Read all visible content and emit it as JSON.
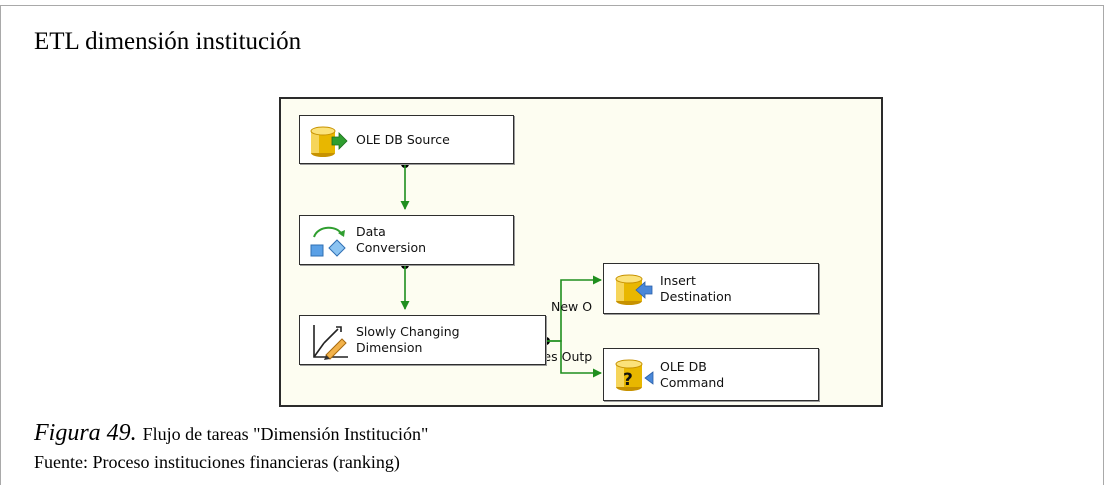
{
  "heading": "ETL dimensión institución",
  "diagram": {
    "tasks": {
      "source": {
        "label": "OLE DB Source",
        "icon": "database-source-icon"
      },
      "conversion": {
        "label": "Data\nConversion",
        "icon": "data-conversion-icon"
      },
      "scd": {
        "label": "Slowly Changing\nDimension",
        "icon": "slowly-changing-dimension-icon"
      },
      "insert": {
        "label": "Insert\nDestination",
        "icon": "database-destination-icon"
      },
      "command": {
        "label": "OLE DB\nCommand",
        "icon": "database-command-icon"
      }
    },
    "paths": {
      "new_output": "New O",
      "updates_output": "pdates Outp"
    },
    "colors": {
      "path": "#1f8f1f",
      "canvas": "#fdfdf1",
      "database": "#e8b700"
    }
  },
  "caption": {
    "figure_label": "Figura 49.",
    "figure_text": "Flujo de tareas \"Dimensión Institución\"",
    "source_text": "Fuente: Proceso instituciones financieras (ranking)"
  }
}
